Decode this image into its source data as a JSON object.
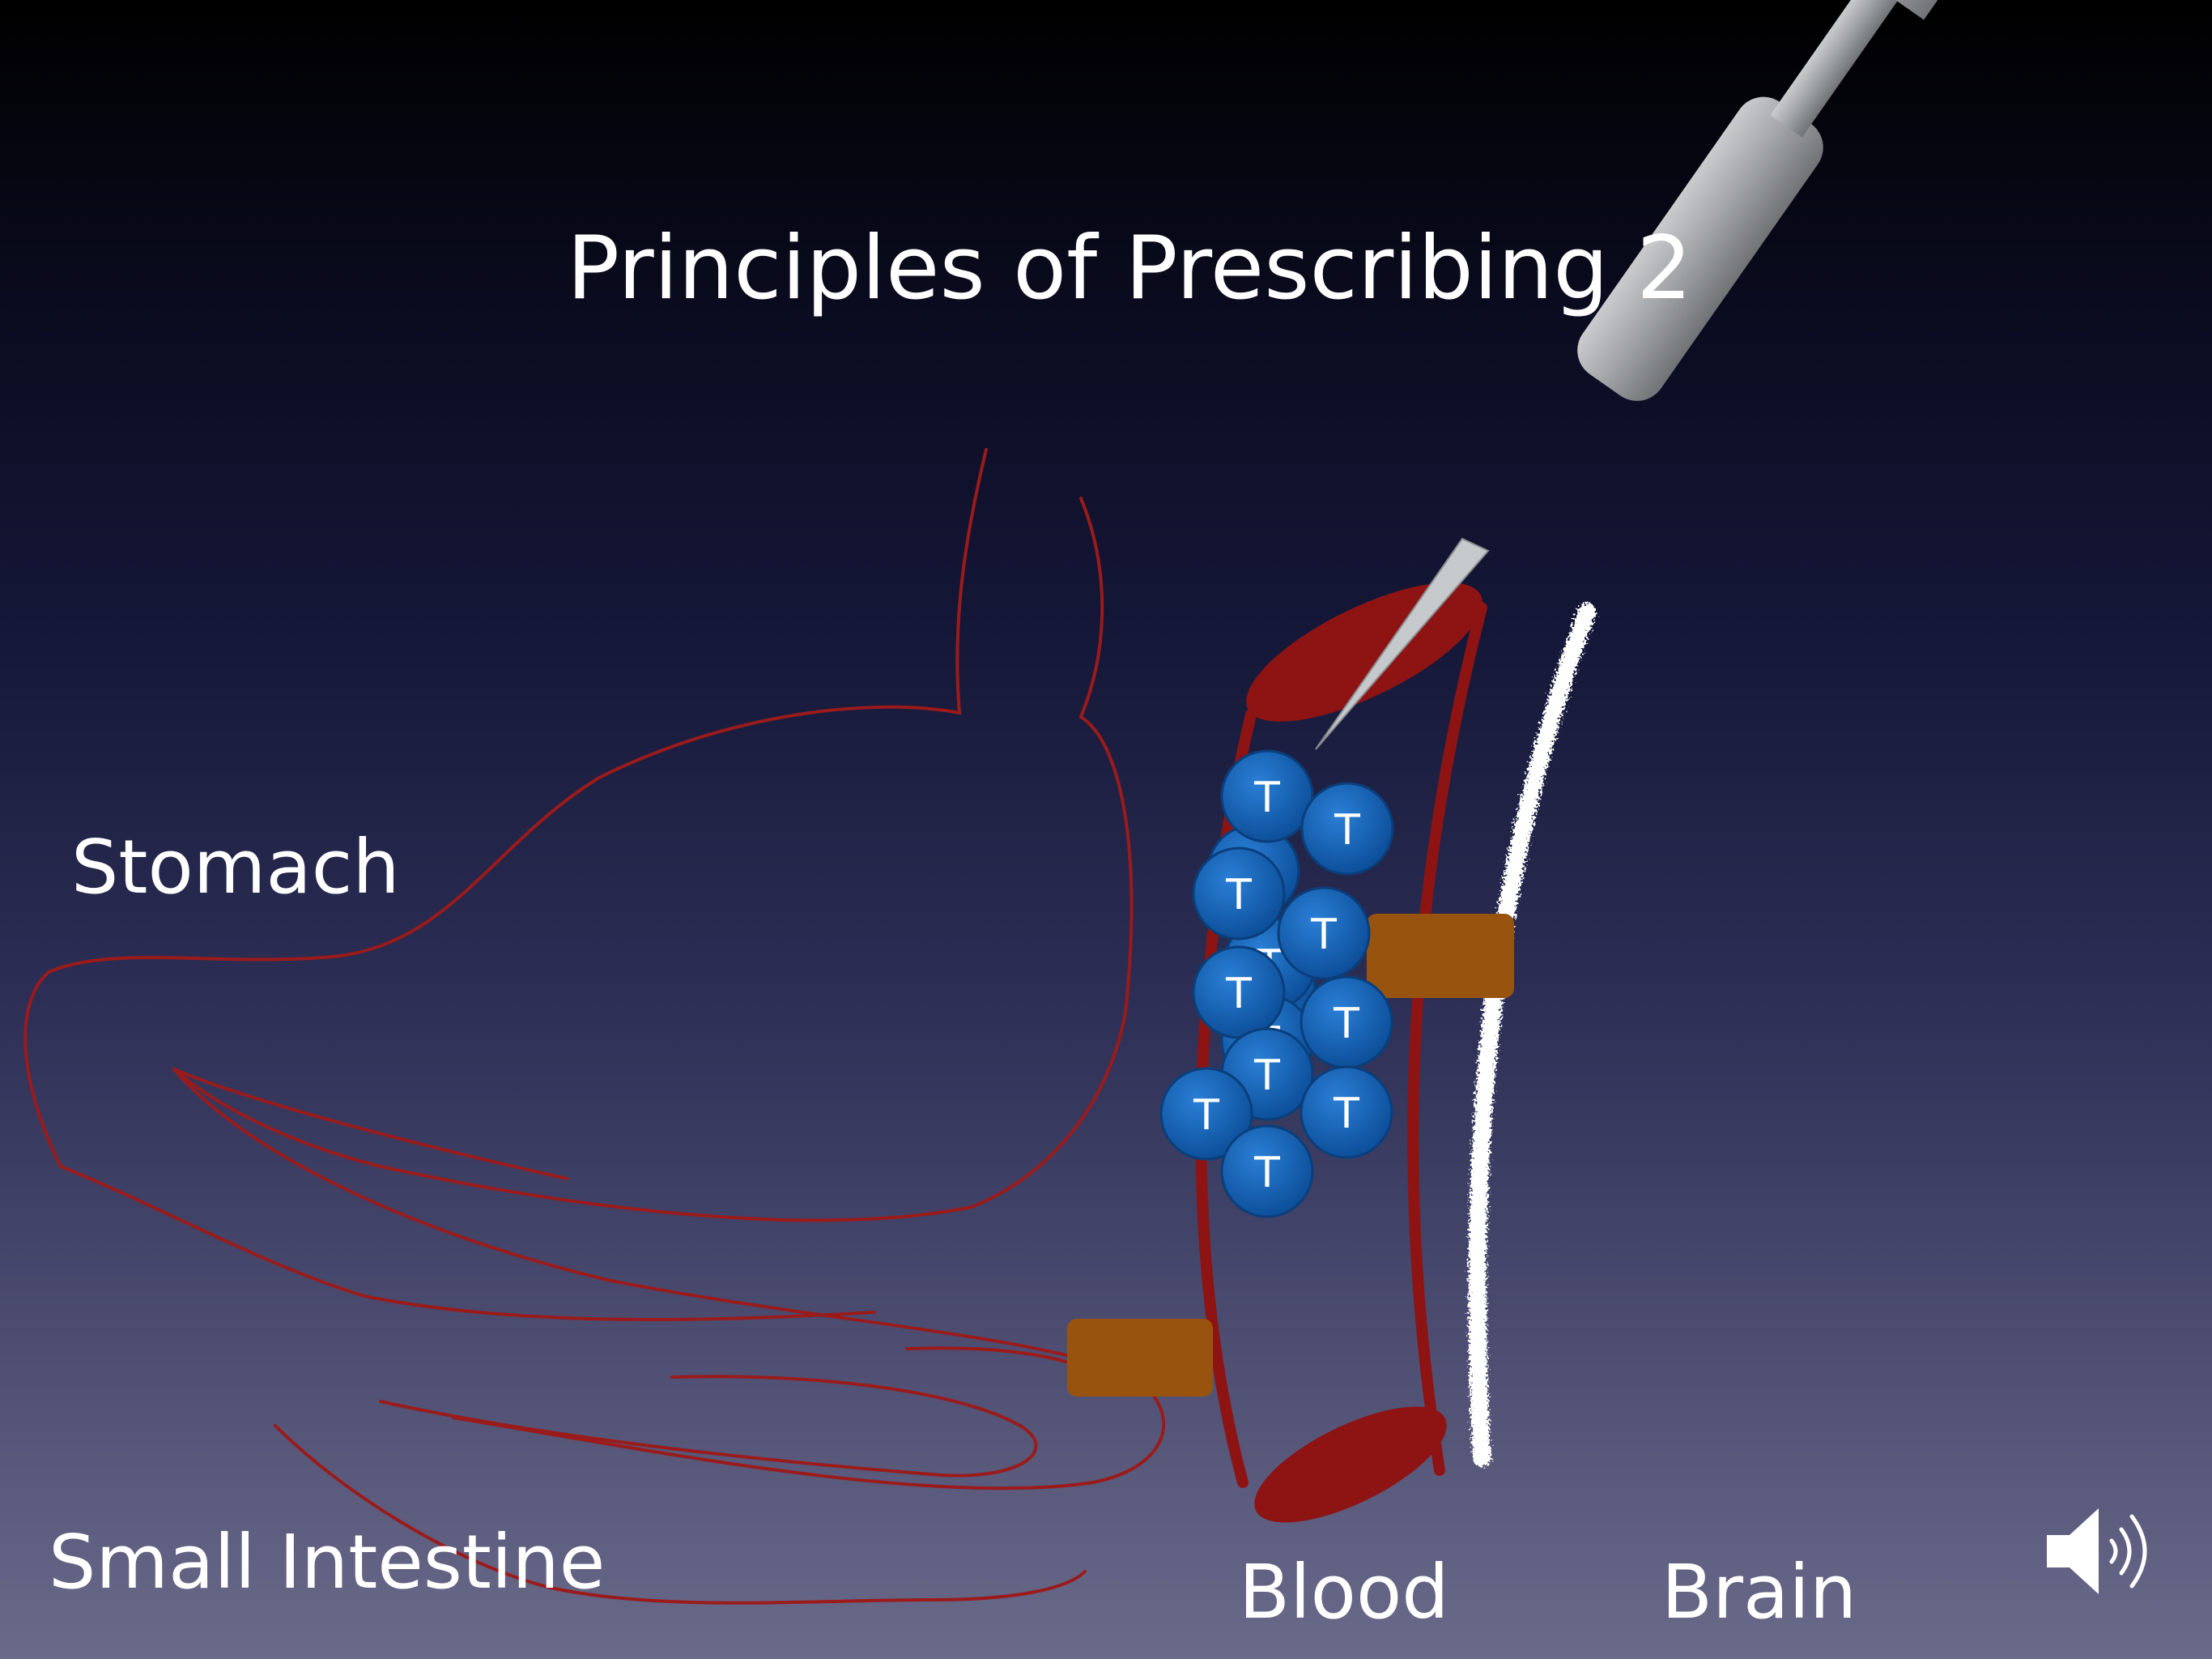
{
  "slide": {
    "title": "Principles of Prescribing 2",
    "labels": {
      "stomach": "Stomach",
      "small_intestine": "Small Intestine",
      "blood": "Blood",
      "brain": "Brain"
    },
    "tablet_letter": "T",
    "tablet_count": 14,
    "colors": {
      "organ_outline": "#9b1b1b",
      "vessel_wall": "#8e1414",
      "tablet": "#1763b8",
      "transporter": "#98540f",
      "barrier": "#ffffff",
      "syringe": "#9ea1a3"
    },
    "icons": [
      "syringe-icon",
      "speaker-icon"
    ]
  }
}
